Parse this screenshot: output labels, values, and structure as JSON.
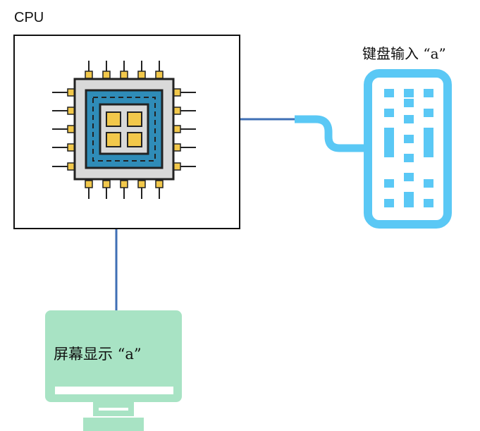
{
  "cpu": {
    "label": "CPU"
  },
  "keyboard": {
    "label": "键盘输入 “a”"
  },
  "screen": {
    "label": "屏幕显示 “a”"
  },
  "colors": {
    "link_line": "#3f6fb5",
    "keyboard": "#5ac8f5",
    "monitor": "#a8e3c4",
    "chip_body": "#d9d9d9",
    "chip_die": "#2f8cb8",
    "chip_core": "#f2c84b",
    "outline": "#222222"
  },
  "icons": [
    "cpu-chip-icon",
    "keyboard-icon",
    "monitor-icon"
  ]
}
